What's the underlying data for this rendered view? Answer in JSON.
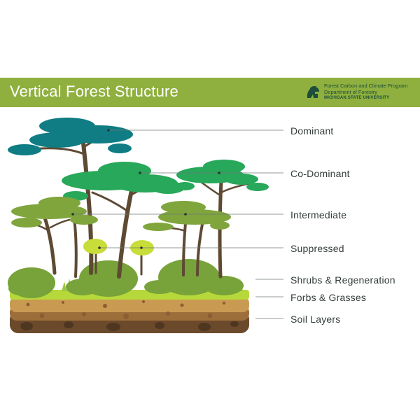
{
  "header": {
    "title": "Vertical Forest Structure",
    "logo": {
      "icon": "spartan-helmet-icon",
      "line1": "Forest Carbon and Climate Program",
      "line2": "Department of Forestry",
      "line3": "MICHIGAN STATE UNIVERSITY"
    }
  },
  "layers": [
    {
      "label": "Dominant"
    },
    {
      "label": "Co-Dominant"
    },
    {
      "label": "Intermediate"
    },
    {
      "label": "Suppressed"
    },
    {
      "label": "Shrubs & Regeneration"
    },
    {
      "label": "Forbs & Grasses"
    },
    {
      "label": "Soil Layers"
    }
  ],
  "colors": {
    "banner": "#8fb03e",
    "dominant": "#0f7d83",
    "co_dominant": "#27a85a",
    "intermediate": "#7fa53c",
    "suppressed": "#c8dc3a",
    "shrubs": "#78a23a",
    "grass": "#b6d83a",
    "soil_top": "#c99a52",
    "soil_mid": "#9c6e3a",
    "soil_bottom": "#6b4a2c",
    "trunk": "#5e4a33"
  }
}
